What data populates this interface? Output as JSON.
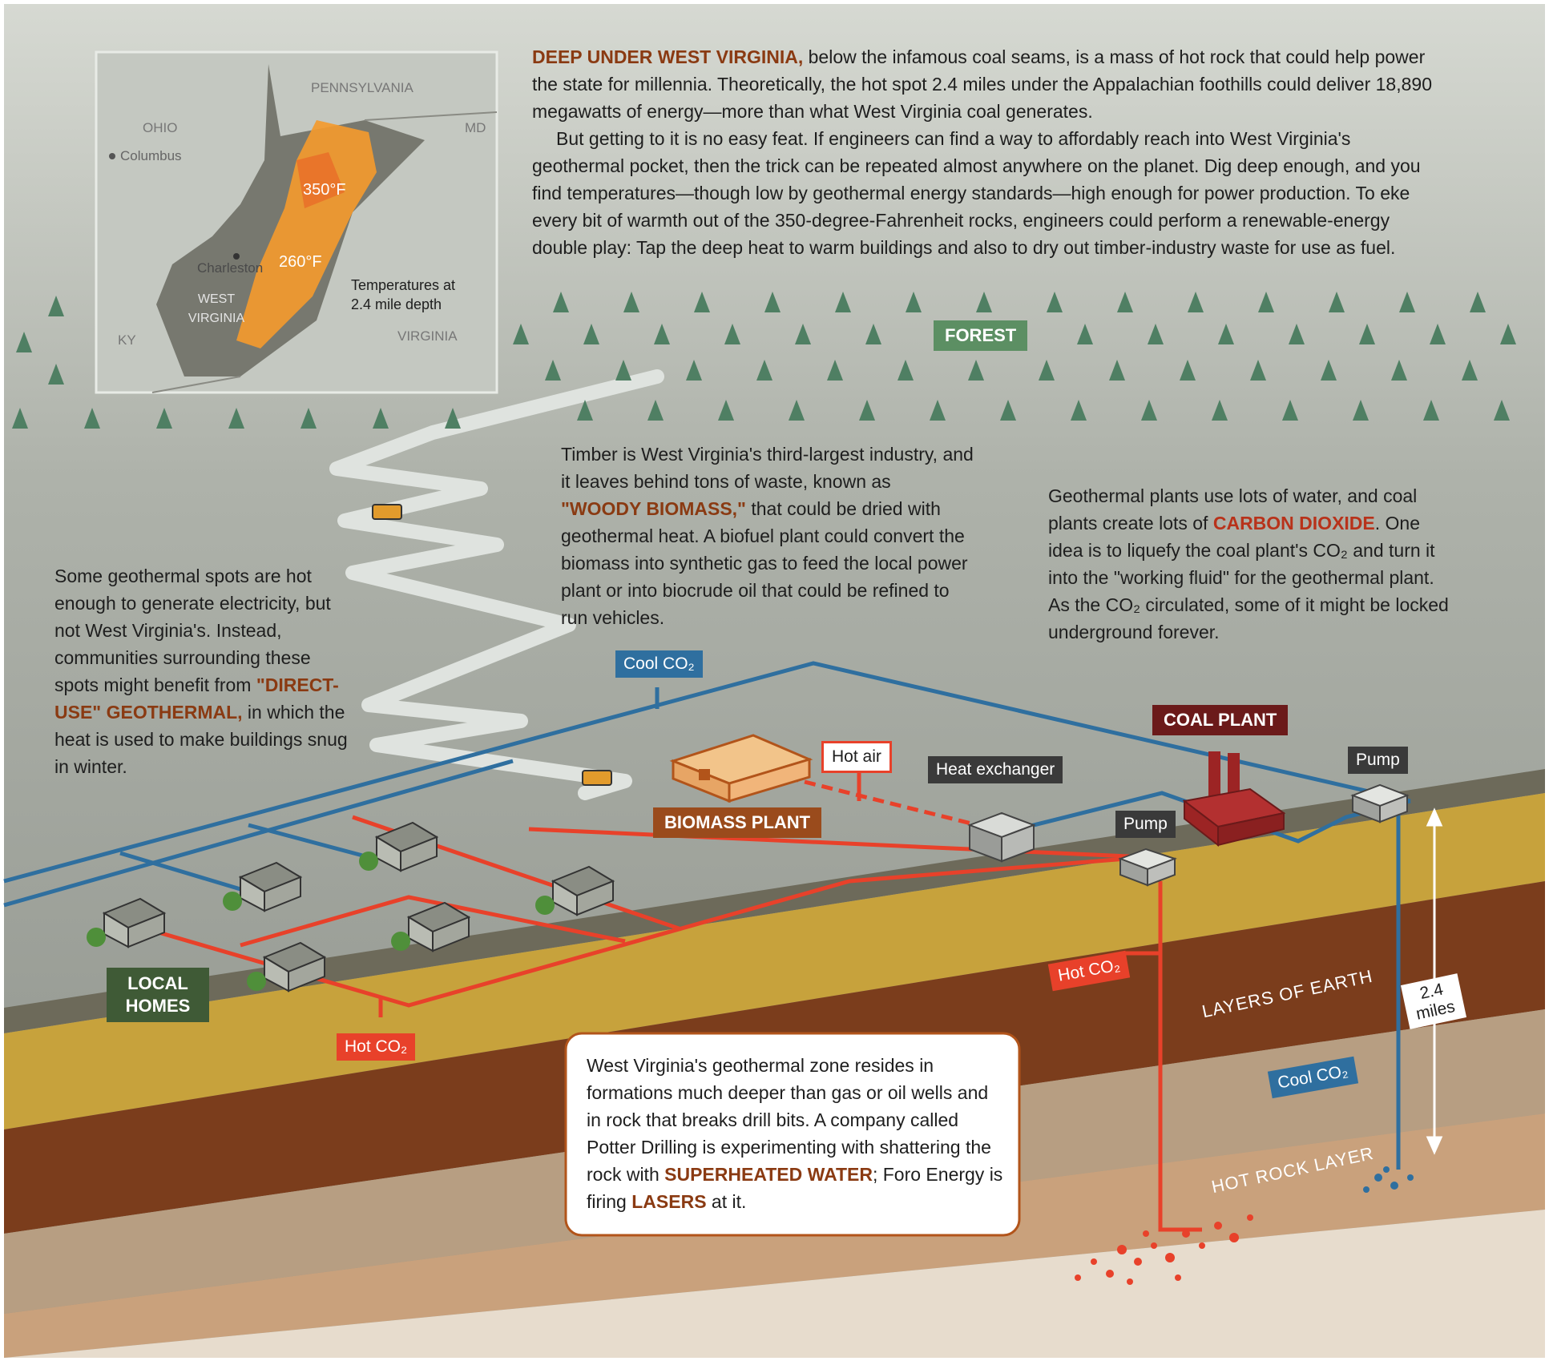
{
  "map": {
    "states": {
      "pennsylvania": "PENNSYLVANIA",
      "ohio": "OHIO",
      "md": "MD",
      "ky": "KY",
      "virginia": "VIRGINIA",
      "west_virginia": "WEST VIRGINIA"
    },
    "cities": {
      "columbus": "Columbus",
      "charleston": "Charleston"
    },
    "temps": {
      "high": "350°F",
      "low": "260°F"
    },
    "legend": "Temperatures at 2.4 mile depth"
  },
  "intro": {
    "p1_lead": "DEEP UNDER WEST VIRGINIA,",
    "p1_rest": " below the infamous coal seams, is a mass of hot rock that could help power the state for millennia. Theoretically, the hot spot 2.4 miles under the Appalachian foothills could deliver 18,890 megawatts of energy—more than what West Virginia coal generates.",
    "p2": "But getting to it is no easy feat. If engineers can find a way to affordably reach into West Virginia's geothermal pocket, then the trick can be repeated almost anywhere on the planet. Dig deep enough, and you find temperatures—though low by geothermal energy standards—high enough for power production. To eke every bit of warmth out of the 350-degree-Fahrenheit rocks, engineers could perform a renewable-energy double play: Tap the deep heat to warm buildings and also to dry out timber-industry waste for use as fuel."
  },
  "timber": {
    "a": "Timber is West Virginia's third-largest industry, and it leaves behind tons of waste, known as ",
    "hl": "\"WOODY BIOMASS,\"",
    "b": " that could be dried with geothermal heat. A biofuel plant could convert the biomass into synthetic gas to feed the local power plant or into biocrude oil that could be refined to run vehicles."
  },
  "geo_co2": {
    "a": "Geothermal plants use lots of water, and coal plants create lots of ",
    "hl": "CARBON DIOXIDE",
    "b": ". One idea is to liquefy the coal plant's CO₂ and turn it into the \"working fluid\" for the geothermal plant. As the CO₂ circulated, some of it might be locked underground forever."
  },
  "direct_use": {
    "a": "Some geothermal spots are hot enough to generate electricity, but not West Virginia's. Instead, communities surrounding these spots might benefit from ",
    "hl": "\"DIRECT-USE\" GEOTHERMAL,",
    "b": " in which the heat is used to make buildings snug in winter."
  },
  "drilling": {
    "a": "West Virginia's geothermal zone resides in formations much deeper than gas or oil wells and in rock that breaks drill bits. A company called Potter Drilling is experimenting with shattering the rock with ",
    "hl1": "SUPERHEATED WATER",
    "b": "; Foro Energy is firing ",
    "hl2": "LASERS",
    "c": " at it."
  },
  "labels": {
    "forest": "FOREST",
    "coal_plant": "COAL PLANT",
    "biomass_plant": "BIOMASS PLANT",
    "local_homes": "LOCAL HOMES",
    "heat_exchanger": "Heat exchanger",
    "hot_air": "Hot air",
    "pump1": "Pump",
    "pump2": "Pump",
    "cool_co2_top": "Cool CO₂",
    "cool_co2_well": "Cool CO₂",
    "hot_co2_homes": "Hot CO₂",
    "hot_co2_well": "Hot CO₂",
    "layers": "LAYERS OF EARTH",
    "hot_rock": "HOT ROCK LAYER",
    "depth": "2.4 miles"
  },
  "colors": {
    "hot": "#e8412a",
    "cool": "#2f6f9f",
    "accent": "#8a3a12",
    "forest": "#5c8f63",
    "coal": "#6b1a1a",
    "biomass": "#9a4b1c",
    "homes": "#3f5a36",
    "ground": "#8c9088",
    "tree": "#4f7f63"
  }
}
